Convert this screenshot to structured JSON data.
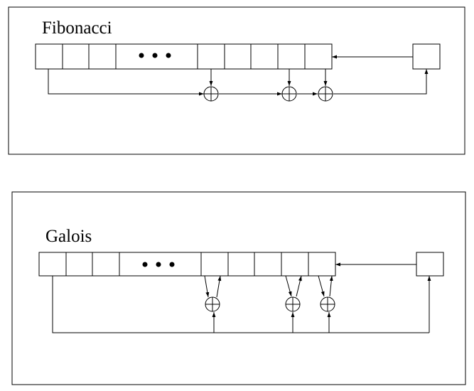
{
  "fibonacci": {
    "title": "Fibonacci",
    "register_cell_count": 9,
    "xor_gate_count": 3,
    "ellipsis_icon": "three-dots-icon"
  },
  "galois": {
    "title": "Galois",
    "register_cell_count": 9,
    "xor_gate_count": 3,
    "ellipsis_icon": "three-dots-icon"
  },
  "colors": {
    "line": "#000000",
    "background": "#ffffff"
  }
}
